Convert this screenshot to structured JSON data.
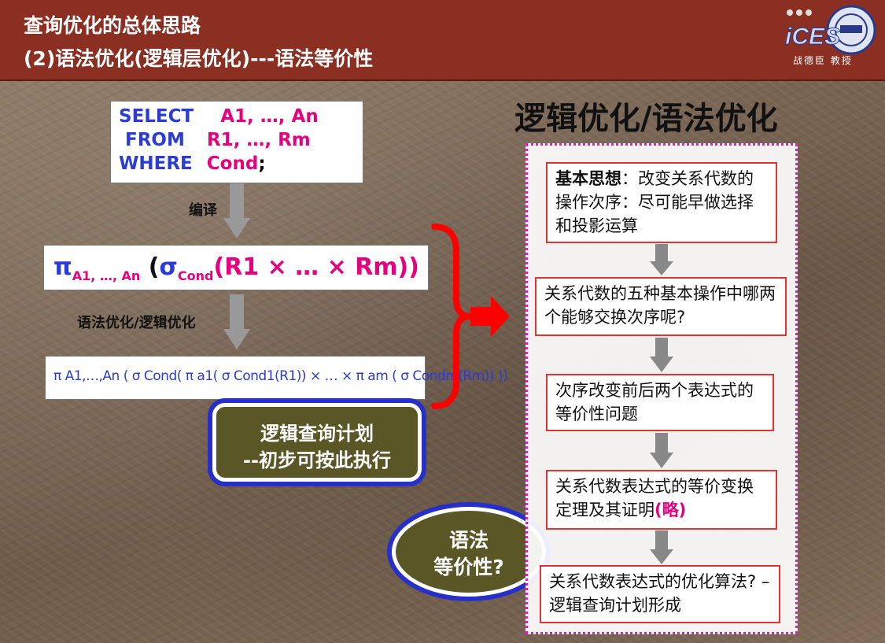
{
  "header": {
    "title_line1": "查询优化的总体思路",
    "title_line2": "(2)语法优化(逻辑层优化)---语法等价性",
    "logo_text": "iCES",
    "logo_caption": "战德臣 教授"
  },
  "sql": {
    "select_kw": "SELECT",
    "select_val": "A1, …, An",
    "from_kw": "FROM",
    "from_val": "R1, …, Rm",
    "where_kw": "WHERE",
    "where_val": "Cond",
    "semicolon": ";"
  },
  "labels": {
    "compile": "编译",
    "optimize": "语法优化/逻辑优化"
  },
  "formula1": {
    "pi": "π",
    "pi_sub": "A1, …, An",
    "open": "(",
    "sigma": "σ",
    "sigma_sub": "Cond",
    "args": "(R1 × … × Rm))"
  },
  "formula2": {
    "text": "π A1,…,An ( σ Cond(  π a1( σ Cond1(R1)) × … × π am ( σ Condm(Rm)) ))"
  },
  "pill": {
    "line1": "逻辑查询计划",
    "line2": "--初步可按此执行"
  },
  "oval": {
    "line1": "语法",
    "line2": "等价性?"
  },
  "right": {
    "title": "逻辑优化/语法优化",
    "box1_bold": "基本思想",
    "box1_rest": "：改变关系代数的操作次序：尽可能早做选择和投影运算",
    "box2": "关系代数的五种基本操作中哪两个能够交换次序呢?",
    "box3": "次序改变前后两个表达式的等价性问题",
    "box4_main": "关系代数表达式的等价变换定理及其证明",
    "box4_pink": "(略)",
    "box5": "关系代数表达式的优化算法? –逻辑查询计划形成"
  },
  "colors": {
    "header_bg": "#8b2f22",
    "keyword_blue": "#2b3bd3",
    "value_pink": "#e4007f",
    "brace_red": "#ff0000",
    "pill_olive": "#5b5626",
    "pill_border_blue": "#2630c8",
    "dotted_magenta": "#e61ac9"
  }
}
